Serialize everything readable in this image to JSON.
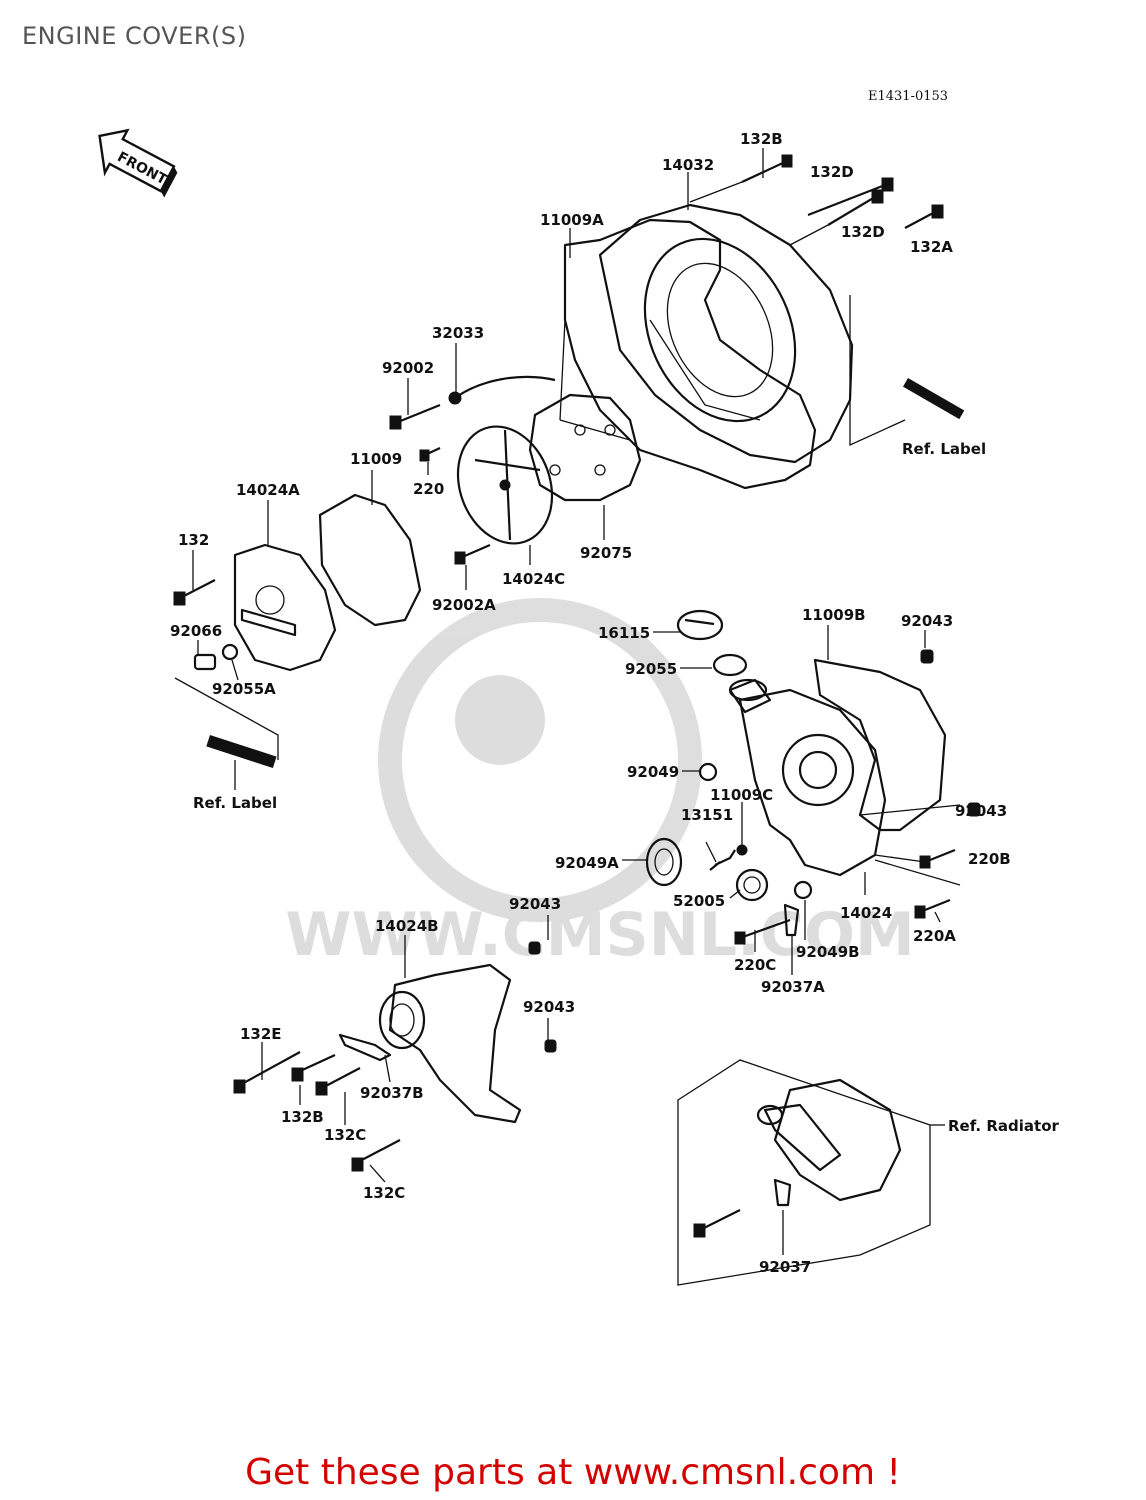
{
  "page": {
    "title": "ENGINE COVER(S)",
    "diagram_code": "E1431-0153",
    "front_label": "FRONT",
    "footer": "Get these parts at www.cmsnl.com !",
    "watermark": "WWW.CMSNL.COM"
  },
  "colors": {
    "footer": "#d40000",
    "ink": "#111111",
    "title": "#555555"
  },
  "labels": {
    "p132B_top": "132B",
    "p14032": "14032",
    "p132D_a": "132D",
    "p132D_b": "132D",
    "p132A": "132A",
    "p11009A": "11009A",
    "p32033": "32033",
    "p92002": "92002",
    "ref_label_right": "Ref. Label",
    "p11009": "11009",
    "p220": "220",
    "p14024A": "14024A",
    "p132": "132",
    "p92075": "92075",
    "p14024C": "14024C",
    "p92002A": "92002A",
    "p92066": "92066",
    "p92055A": "92055A",
    "p16115": "16115",
    "p11009B": "11009B",
    "p92043_a": "92043",
    "p92055": "92055",
    "ref_label_left": "Ref. Label",
    "p92049": "92049",
    "p11009C": "11009C",
    "p13151": "13151",
    "p92043_b": "92043",
    "p92049A": "92049A",
    "p220B": "220B",
    "p52005": "52005",
    "p14024": "14024",
    "p92043_c": "92043",
    "p14024B": "14024B",
    "p220C": "220C",
    "p92049B": "92049B",
    "p220A": "220A",
    "p92037A": "92037A",
    "p92043_d": "92043",
    "p132E": "132E",
    "p92037B": "92037B",
    "p132B_bottom": "132B",
    "p132C_a": "132C",
    "p132C_b": "132C",
    "ref_radiator": "Ref. Radiator",
    "p92037": "92037"
  }
}
